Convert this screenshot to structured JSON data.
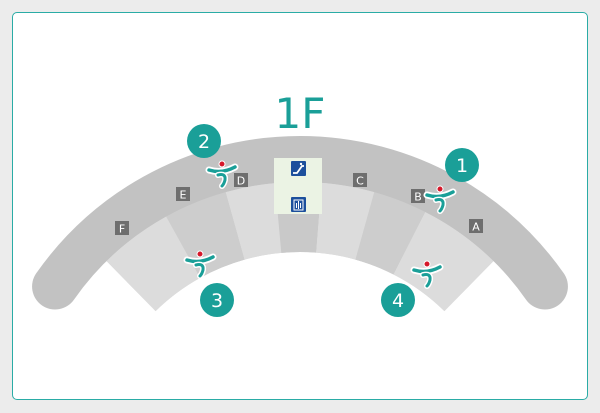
{
  "floor_label": "1F",
  "gates": [
    "A",
    "B",
    "C",
    "D",
    "E",
    "F"
  ],
  "markers": [
    "1",
    "2",
    "3",
    "4"
  ],
  "icons": {
    "escalator": "escalator-icon",
    "elevator": "elevator-icon",
    "bank": "bank-logo-icon"
  },
  "colors": {
    "accent": "#1a9f98",
    "band": "#c2c2c2",
    "gate_box": "#6e6e6e",
    "vertical_zone": "#ebf3e4",
    "icon_blue": "#1c4f9c",
    "logo_red": "#d6182a"
  }
}
